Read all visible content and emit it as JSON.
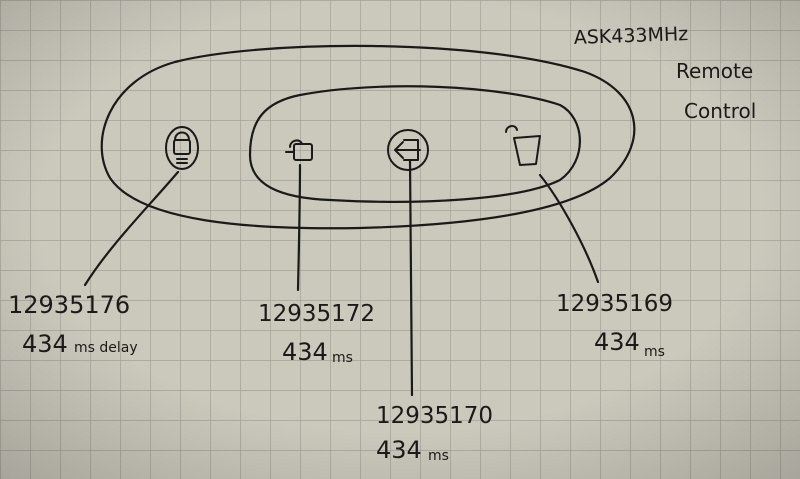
{
  "title": {
    "line1": "ASK433MHz",
    "line2": "Remote",
    "line3": "Control"
  },
  "buttons": [
    {
      "icon": "padlock-icon",
      "code": "12935176",
      "timing_value": "434",
      "timing_suffix": "ms delay"
    },
    {
      "icon": "unlock-icon",
      "code": "12935172",
      "timing_value": "434",
      "timing_suffix": "ms"
    },
    {
      "icon": "arrow-icon",
      "code": "12935170",
      "timing_value": "434",
      "timing_suffix": "ms"
    },
    {
      "icon": "trunk-icon",
      "code": "12935169",
      "timing_value": "434",
      "timing_suffix": "ms"
    }
  ],
  "colors": {
    "paper": "#c9c6ba",
    "grid": "#9d9b92",
    "ink": "#1a1a1a"
  }
}
